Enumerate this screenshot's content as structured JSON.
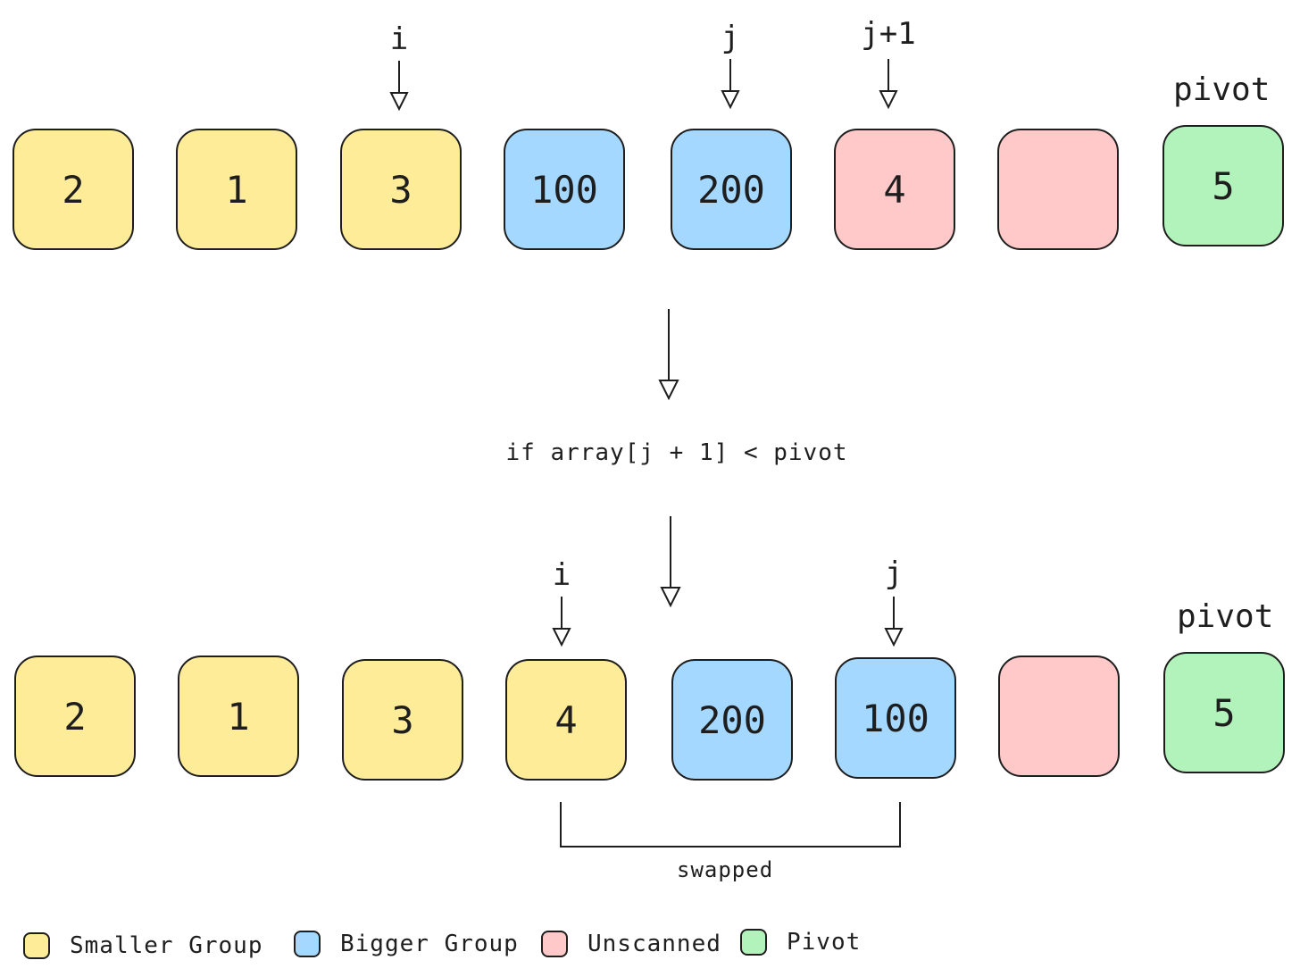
{
  "before": {
    "cells": [
      {
        "value": "2",
        "group": "smaller"
      },
      {
        "value": "1",
        "group": "smaller"
      },
      {
        "value": "3",
        "group": "smaller"
      },
      {
        "value": "100",
        "group": "bigger"
      },
      {
        "value": "200",
        "group": "bigger"
      },
      {
        "value": "4",
        "group": "unscanned"
      },
      {
        "value": "",
        "group": "unscanned"
      },
      {
        "value": "5",
        "group": "pivot"
      }
    ],
    "pointers": [
      {
        "label": "i",
        "cell_index": 2
      },
      {
        "label": "j",
        "cell_index": 4
      },
      {
        "label": "j+1",
        "cell_index": 5
      }
    ],
    "pivot_label": "pivot"
  },
  "condition": "if array[j + 1] < pivot",
  "after": {
    "cells": [
      {
        "value": "2",
        "group": "smaller"
      },
      {
        "value": "1",
        "group": "smaller"
      },
      {
        "value": "3",
        "group": "smaller"
      },
      {
        "value": "4",
        "group": "smaller"
      },
      {
        "value": "200",
        "group": "bigger"
      },
      {
        "value": "100",
        "group": "bigger"
      },
      {
        "value": "",
        "group": "unscanned"
      },
      {
        "value": "5",
        "group": "pivot"
      }
    ],
    "pointers": [
      {
        "label": "i",
        "cell_index": 3
      },
      {
        "label": "j",
        "cell_index": 5
      }
    ],
    "pivot_label": "pivot",
    "swapped_label": "swapped"
  },
  "legend": [
    {
      "label": "Smaller Group",
      "color": "#ffec99"
    },
    {
      "label": "Bigger Group",
      "color": "#a5d8ff"
    },
    {
      "label": "Unscanned",
      "color": "#ffc9c9"
    },
    {
      "label": "Pivot",
      "color": "#b2f2bb"
    }
  ]
}
